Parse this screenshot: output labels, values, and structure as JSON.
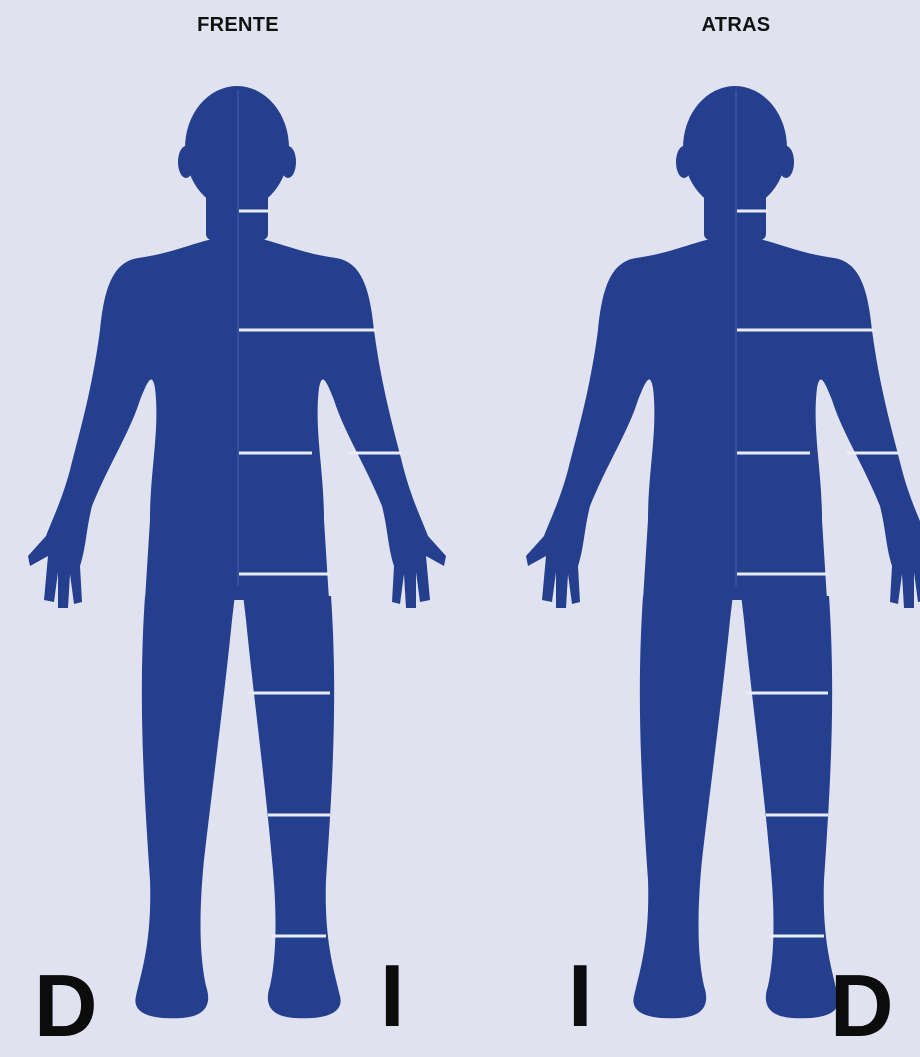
{
  "views": {
    "front_title": "FRENTE",
    "back_title": "ATRAS"
  },
  "side_labels": {
    "front_left": "D",
    "front_right": "I",
    "back_left": "I",
    "back_right": "D"
  },
  "colors": {
    "background": "#e1e2f0",
    "body": "#253f8f",
    "segment_lines": "#e9ecf7",
    "text": "#111111"
  }
}
